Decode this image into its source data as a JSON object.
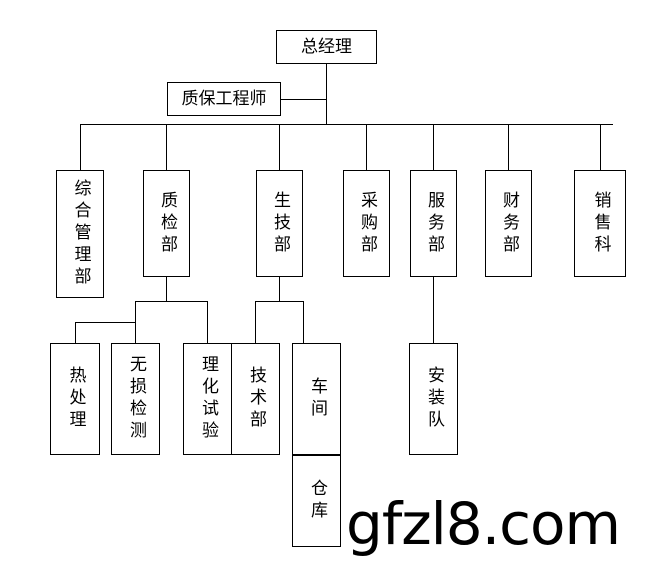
{
  "diagram": {
    "type": "organization-chart",
    "title_text": "",
    "watermark": "gfzl8.com",
    "line_color": "#000000",
    "box_border_color": "#000000",
    "background_color": "#ffffff",
    "text_color": "#000000"
  },
  "nodes": {
    "general_manager": "总经理",
    "qa_engineer": "质保工程师",
    "dept_general_admin": "综合管理部",
    "dept_quality_inspection": "质检部",
    "dept_production_tech": "生技部",
    "dept_purchasing": "采购部",
    "dept_service": "服务部",
    "dept_finance": "财务部",
    "dept_sales": "销售科",
    "sub_heat_treatment": "热处理",
    "sub_ndt": "无损检测",
    "sub_physical_chemical_test": "理化试验",
    "sub_technical": "技术部",
    "sub_workshop": "车间",
    "sub_installation_team": "安装队",
    "sub_warehouse": "仓库"
  },
  "hierarchy": {
    "root": "总经理",
    "staff": [
      "质保工程师"
    ],
    "level1": [
      "综合管理部",
      "质检部",
      "生技部",
      "采购部",
      "服务部",
      "财务部",
      "销售科"
    ],
    "children": {
      "质检部": [
        "热处理",
        "无损检测",
        "理化试验"
      ],
      "生技部": [
        "技术部",
        "车间"
      ],
      "服务部": [
        "安装队"
      ],
      "车间": [
        "仓库"
      ]
    }
  }
}
